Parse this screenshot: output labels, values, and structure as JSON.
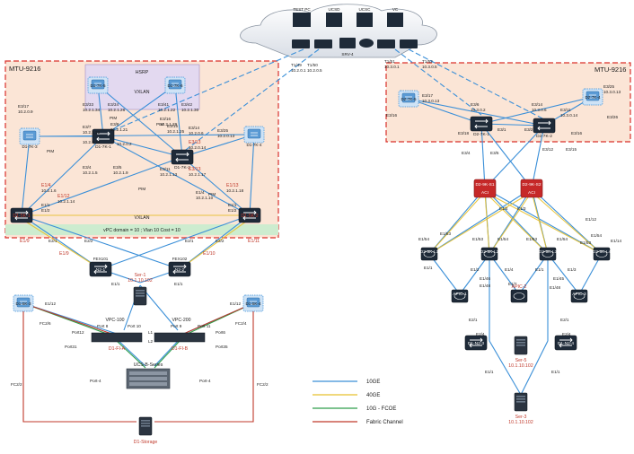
{
  "regions": {
    "left_title": "MTU-9216",
    "right_title": "MTU-9216",
    "hsrp": "HSRP",
    "vxlan_top": "VXLAN",
    "vxlan_mid": "VXLAN",
    "vpc_domain": "vPC domain = 10 ; Vlan 10 Cost = 10"
  },
  "colors": {
    "link_10ge": "#3a8fd8",
    "link_40ge": "#e8c02e",
    "link_fcoe": "#2e9e4a",
    "link_fc": "#c0392b",
    "zone_border": "#d9302b",
    "zone_fill": "#fbe5d6",
    "switch_fill": "#1e2a38",
    "aci_fill": "#c62828",
    "cloud_fill": "#eef1f5"
  },
  "cloud_devices": [
    {
      "label": "TEST PC"
    },
    {
      "label": "UCSD"
    },
    {
      "label": "UCSC"
    },
    {
      "label": "VC"
    },
    {
      "label": "SRV-4"
    }
  ],
  "legend": [
    {
      "label": "10GE",
      "color": "#3a8fd8"
    },
    {
      "label": "40GE",
      "color": "#e8c02e"
    },
    {
      "label": "10G - FCOE",
      "color": "#2e9e4a"
    },
    {
      "label": "Fabric Channel",
      "color": "#c0392b"
    }
  ],
  "left_devices": {
    "d1_7k_5": "D1-7K-5",
    "d1_7k_6": "D1-7K-6",
    "d1_7k_3": "D1-7K-3",
    "d1_7k_1": "D1-7K-1",
    "d1_7k_2": "D1-7K-2",
    "d1_7k_4": "D1-7K-4",
    "d1_5k_1": "D1-5K-1",
    "d1_5k_2": "D1-5K-2",
    "fex101": "FEX101",
    "n2_1": "N2-1",
    "fex102": "FEX102",
    "n2_2": "N2-2",
    "ser_1": "Ser-1",
    "ser_1_ip": "10.1.10.102",
    "d1_5k_3": "D1-5K-3",
    "d1_5k_4": "D1-5K-4",
    "vpc_100": "VPC-100",
    "vpc_200": "VPC-200",
    "fi_a": "D1-FI-A",
    "fi_b": "D1-FI-B",
    "ucs": "UCS-B-Series",
    "storage": "D1-Storage"
  },
  "right_devices": {
    "d2_7k_5": "D2-7K-5",
    "d2_7k_4": "D2-7K-4",
    "d2_7k_1": "D2-7K-1",
    "d2_7k_2": "D2-7K-2",
    "d2_9k_s1": "D2-9K-S1",
    "d2_9k_s2": "D2-9K-S2",
    "d2_9k_l1": "D2-9K-L1",
    "d2_9k_l2": "D2-9K-L2",
    "d2_9k_l3": "D2-9K-L3",
    "d2_9k_l4": "D2-9K-L4",
    "apic_1": "APIC-1",
    "apic_2": "APIC-2",
    "apic_3": "APIC-3",
    "d1_n2_3": "D1-N2-3",
    "d1_n2_4": "D1-N2-4",
    "ser_5": "Ser-5",
    "ser_5_ip": "10.1.10.102",
    "ser_3": "Ser-3",
    "ser_3_ip": "10.1.10.102",
    "aci": "ACI"
  },
  "port_labels": [
    {
      "id": "t1_49",
      "text": "T1/49"
    },
    {
      "id": "ip_10_2_0_1",
      "text": "10.2.0.1"
    },
    {
      "id": "t1_50",
      "text": "T1/50"
    },
    {
      "id": "ip_10_2_0_5",
      "text": "10.2.0.5"
    },
    {
      "id": "t1_51",
      "text": "T1/51"
    },
    {
      "id": "ip_10_3_0_1",
      "text": "10.3.0.1"
    },
    {
      "id": "t1_52",
      "text": "T1/52"
    },
    {
      "id": "ip_10_3_0_5",
      "text": "10.3.0.5"
    },
    {
      "id": "l_e3_33",
      "text": "E3/33"
    },
    {
      "id": "l_ip_1_34",
      "text": "10.2.1.34"
    },
    {
      "id": "l_e3_34",
      "text": "E3/34"
    },
    {
      "id": "l_ip_1_26",
      "text": "10.2.1.26"
    },
    {
      "id": "l_e3_41",
      "text": "E3/41"
    },
    {
      "id": "l_ip_1_22",
      "text": "10.2.1.22"
    },
    {
      "id": "l_e3_42",
      "text": "E3/42"
    },
    {
      "id": "l_ip_1_30",
      "text": "10.2.1.30"
    },
    {
      "id": "l_e3_17",
      "text": "E3/17"
    },
    {
      "id": "l_ip_0_9",
      "text": "10.2.0.9"
    },
    {
      "id": "l_e3_8",
      "text": "E3/8"
    },
    {
      "id": "l_ip_1_21",
      "text": "10.2.1.21"
    },
    {
      "id": "l_e3_7",
      "text": "E3/7"
    },
    {
      "id": "l_ip_1_33",
      "text": "10.2.1.33"
    },
    {
      "id": "l_ip_0_2",
      "text": "10.2.0.2"
    },
    {
      "id": "l_e3_15",
      "text": "E3/15"
    },
    {
      "id": "l_ip_1_25",
      "text": "10.2.1.25"
    },
    {
      "id": "l_e3_16",
      "text": "E3/16"
    },
    {
      "id": "l_ip_1_29",
      "text": "10.2.1.29"
    },
    {
      "id": "l_e3_14",
      "text": "E3/14"
    },
    {
      "id": "l_ip_0_6",
      "text": "10.2.0.6"
    },
    {
      "id": "l_e3_25",
      "text": "E3/25"
    },
    {
      "id": "l_ip_0_13",
      "text": "10.2.0.13"
    },
    {
      "id": "l_e3_13",
      "text": "E3/13"
    },
    {
      "id": "l_ip_0_14",
      "text": "10.2.0.14"
    },
    {
      "id": "l_ip_0_10",
      "text": "10.2.0.10"
    },
    {
      "id": "l_e3_4",
      "text": "E3/4"
    },
    {
      "id": "l_ip_1_5",
      "text": "10.2.1.5"
    },
    {
      "id": "l_e3_5",
      "text": "E3/5"
    },
    {
      "id": "l_ip_1_9",
      "text": "10.2.1.9"
    },
    {
      "id": "l_e3_11",
      "text": "E3/11"
    },
    {
      "id": "l_ip_1_13",
      "text": "10.2.1.13"
    },
    {
      "id": "l_e3_13b",
      "text": "E3/13"
    },
    {
      "id": "l_ip_1_17",
      "text": "10.2.1.17"
    },
    {
      "id": "l_e1_4",
      "text": "E1/4"
    },
    {
      "id": "l_ip_1_6",
      "text": "10.2.1.6"
    },
    {
      "id": "l_e1_12",
      "text": "E1/12"
    },
    {
      "id": "l_ip_1_14",
      "text": "10.2.1.14"
    },
    {
      "id": "l_e1_1",
      "text": "E1/1"
    },
    {
      "id": "l_e1_2",
      "text": "E1/2"
    },
    {
      "id": "l_e1_4b",
      "text": "E1/4"
    },
    {
      "id": "l_ip_1_10",
      "text": "10.2.1.10"
    },
    {
      "id": "l_e1_13",
      "text": "E1/13"
    },
    {
      "id": "l_ip_1_18",
      "text": "10.2.1.18"
    },
    {
      "id": "l_e1_1b",
      "text": "E1/1"
    },
    {
      "id": "l_e1_2b",
      "text": "E1/2"
    },
    {
      "id": "l_e1_9",
      "text": "E1/9"
    },
    {
      "id": "l_e2_1",
      "text": "E2/1"
    },
    {
      "id": "l_e2_2",
      "text": "E2/2"
    },
    {
      "id": "l_e2_1b",
      "text": "E2/1"
    },
    {
      "id": "l_e2_2b",
      "text": "E2/2"
    },
    {
      "id": "l_e1_11",
      "text": "E1/11"
    },
    {
      "id": "l_e1_9r",
      "text": "E1/9"
    },
    {
      "id": "l_e1_10r",
      "text": "E1/10"
    },
    {
      "id": "l_e1_1c",
      "text": "E1/1"
    },
    {
      "id": "l_e1_1d",
      "text": "E1/1"
    },
    {
      "id": "l_e1_12b",
      "text": "E1/12"
    },
    {
      "id": "l_fc2_6",
      "text": "FC2/6"
    },
    {
      "id": "l_e1_12c",
      "text": "E1/12"
    },
    {
      "id": "l_fc2_4",
      "text": "FC2/4"
    },
    {
      "id": "l_port8",
      "text": "Port 8"
    },
    {
      "id": "l_port10",
      "text": "Port 10"
    },
    {
      "id": "l_port9",
      "text": "Port 9"
    },
    {
      "id": "l_port11",
      "text": "Port 11"
    },
    {
      "id": "l_port12",
      "text": "Port12"
    },
    {
      "id": "l_port31",
      "text": "Port31"
    },
    {
      "id": "l_port35",
      "text": "Port35"
    },
    {
      "id": "l_port6",
      "text": "Port6"
    },
    {
      "id": "l_l1",
      "text": "L1"
    },
    {
      "id": "l_l2",
      "text": "L2"
    },
    {
      "id": "l_port4a",
      "text": "Port-4"
    },
    {
      "id": "l_port4b",
      "text": "Port-4"
    },
    {
      "id": "l_fc2_2a",
      "text": "FC2/2"
    },
    {
      "id": "l_fc2_2b",
      "text": "FC2/2"
    },
    {
      "id": "l_pim1",
      "text": "PIM"
    },
    {
      "id": "l_pim2",
      "text": "PIM"
    },
    {
      "id": "l_pim3",
      "text": "PIM"
    },
    {
      "id": "l_pim4",
      "text": "PIM"
    },
    {
      "id": "l_pim5",
      "text": "PIM"
    },
    {
      "id": "r_e3_17",
      "text": "E3/17"
    },
    {
      "id": "r_ip_0_13a",
      "text": "10.3.0.13"
    },
    {
      "id": "r_e3_16a",
      "text": "E3/16"
    },
    {
      "id": "r_e3_6",
      "text": "E3/6"
    },
    {
      "id": "r_ip_0_2",
      "text": "10.3.0.2"
    },
    {
      "id": "r_e3_14",
      "text": "E3/14"
    },
    {
      "id": "r_ip_0_6",
      "text": "10.3.0.6"
    },
    {
      "id": "r_e3_11",
      "text": "E3/11"
    },
    {
      "id": "r_ip_0_14",
      "text": "10.3.0.14"
    },
    {
      "id": "r_e3_25",
      "text": "E3/25"
    },
    {
      "id": "r_ip_0_13b",
      "text": "10.3.0.13"
    },
    {
      "id": "r_e3_26",
      "text": "E3/26"
    },
    {
      "id": "r_e3_16b",
      "text": "E3/16"
    },
    {
      "id": "r_e3_18",
      "text": "E3/18"
    },
    {
      "id": "r_e3_1",
      "text": "E3/1"
    },
    {
      "id": "r_e3_2",
      "text": "E3/2"
    },
    {
      "id": "r_e3_4",
      "text": "E3/4"
    },
    {
      "id": "r_e3_5",
      "text": "E3/5"
    },
    {
      "id": "r_e3_12",
      "text": "E3/12"
    },
    {
      "id": "r_e3_15",
      "text": "E3/15"
    },
    {
      "id": "r_e1_4",
      "text": "E1/4"
    },
    {
      "id": "r_e1_3",
      "text": "E1/3"
    },
    {
      "id": "r_e1_12",
      "text": "E1/12"
    },
    {
      "id": "r_e1_14",
      "text": "E1/14"
    },
    {
      "id": "r_e1_53a",
      "text": "E1/53"
    },
    {
      "id": "r_e1_54a",
      "text": "E1/54"
    },
    {
      "id": "r_e1_53b",
      "text": "E1/53"
    },
    {
      "id": "r_e1_54b",
      "text": "E1/54"
    },
    {
      "id": "r_e1_53c",
      "text": "E1/53"
    },
    {
      "id": "r_e1_54c",
      "text": "E1/54"
    },
    {
      "id": "r_e1_53d",
      "text": "E1/53"
    },
    {
      "id": "r_e1_54d",
      "text": "E1/54"
    },
    {
      "id": "r_e1_1a",
      "text": "E1/1"
    },
    {
      "id": "r_e1_2",
      "text": "E1/2"
    },
    {
      "id": "r_e1_4b",
      "text": "E1/4"
    },
    {
      "id": "r_e1_1b",
      "text": "E1/1"
    },
    {
      "id": "r_e1_3b",
      "text": "E1/3"
    },
    {
      "id": "r_e1_46",
      "text": "E1/46"
    },
    {
      "id": "r_e1_48a",
      "text": "E1/48"
    },
    {
      "id": "r_e1_7",
      "text": "E1/7"
    },
    {
      "id": "r_e1_45",
      "text": "E1/45"
    },
    {
      "id": "r_e1_48b",
      "text": "E1/48"
    },
    {
      "id": "r_e2_1a",
      "text": "E2/1"
    },
    {
      "id": "r_e2_4a",
      "text": "E2/4"
    },
    {
      "id": "r_e2_1b",
      "text": "E2/1"
    },
    {
      "id": "r_e2_4b",
      "text": "E2/4"
    },
    {
      "id": "r_e1_1c",
      "text": "E1/1"
    },
    {
      "id": "r_e1_1d",
      "text": "E1/1"
    }
  ]
}
